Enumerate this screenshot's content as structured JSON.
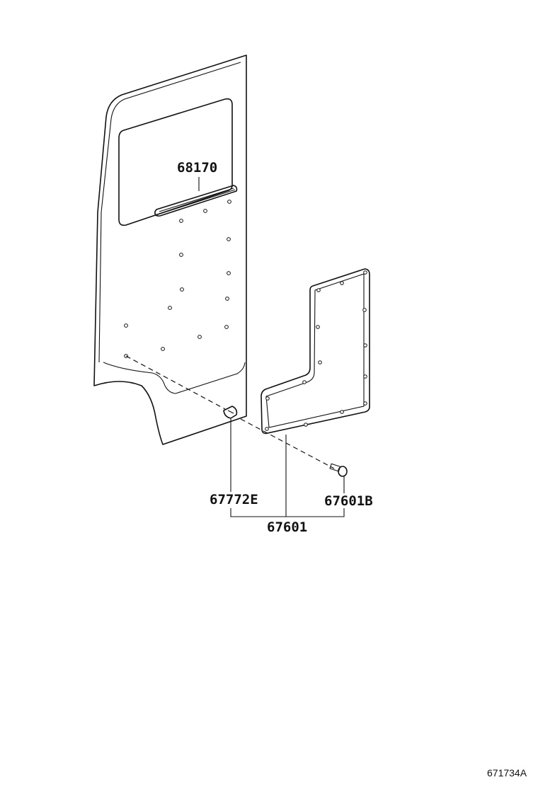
{
  "parts": {
    "glass_run": "68170",
    "trim_board_assy": "67601",
    "clip_a": "67772E",
    "clip_b": "67601B"
  },
  "figure_code": "671734A"
}
